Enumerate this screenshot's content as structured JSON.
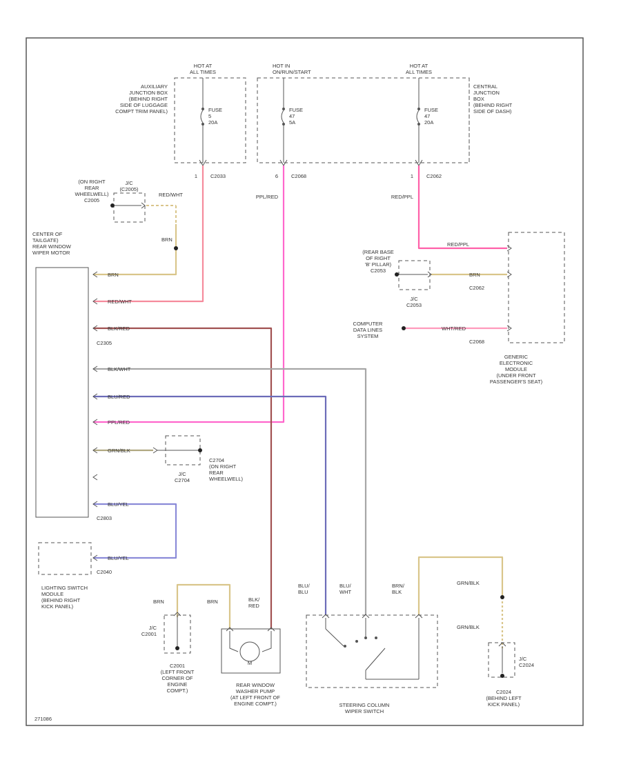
{
  "colors": {
    "red_wht": "#f58a9c",
    "ppl_red": "#ff66cc",
    "red_ppl": "#ff5fa8",
    "brn": "#d9c58a",
    "blk_red": "#a05050",
    "blk_wht": "#a6a6a6",
    "blu_red": "#6b6bb8",
    "grn_blk": "#b0a880",
    "blu_yel": "#8a8ad8",
    "pink_wire": "#ff99bb"
  },
  "texts": {
    "hot1": [
      "HOT AT",
      "ALL TIMES"
    ],
    "hot2": [
      "HOT IN",
      "ON/RUN/START"
    ],
    "hot3": [
      "HOT AT",
      "ALL TIMES"
    ],
    "aux_jb": [
      "AUXILIARY",
      "JUNCTION BOX",
      "(BEHIND RIGHT",
      "SIDE OF LUGGAGE",
      "COMPT TRIM PANEL)"
    ],
    "central_jb": [
      "CENTRAL",
      "JUNCTION",
      "BOX",
      "(BEHIND RIGHT",
      "SIDE OF DASH)"
    ],
    "fuse1": [
      "FUSE",
      "5",
      "20A"
    ],
    "fuse2": [
      "FUSE",
      "47",
      "5A"
    ],
    "fuse3": [
      "FUSE",
      "47",
      "20A"
    ],
    "c2033_pin": "1",
    "c2033": "C2033",
    "c2068_pin": "6",
    "c2068": "C2068",
    "c2062_pin": "1",
    "c2062": "C2062",
    "ppl_red": "PPL/RED",
    "red_ppl": "RED/PPL",
    "red_wht_top": "RED/WHT",
    "c2005_loc": [
      "(ON RIGHT",
      "REAR",
      "WHEELWELL)",
      "C2005"
    ],
    "jc_c2005": [
      "J/C",
      "(C2005)"
    ],
    "brn_top": "BRN",
    "motor_label": [
      "CENTER OF",
      "TAILGATE)",
      "REAR WINDOW",
      "WIPER MOTOR"
    ],
    "w_brn": "BRN",
    "w_redwht": "RED/WHT",
    "w_blkred": "BLK/RED",
    "c2305": "C2305",
    "w_blkwht": "BLK/WHT",
    "w_blured": "BLU/RED",
    "w_pplred": "PPL/RED",
    "w_grnblk": "GRN/BLK",
    "c2704_loc": [
      "C2704",
      "(ON RIGHT",
      "REAR",
      "WHEELWELL)"
    ],
    "jc_c2704": [
      "J/C",
      "C2704"
    ],
    "w_bluyel": "BLU/YEL",
    "c2803": "C2803",
    "w_bluyel2": "BLU/YEL",
    "c2040": "C2040",
    "lighting_switch": [
      "LIGHTING SWITCH",
      "MODULE",
      "(BEHIND RIGHT",
      "KICK PANEL)"
    ],
    "rear_base": [
      "(REAR BASE",
      "OF RIGHT",
      "'B' PILLAR)",
      "C2053"
    ],
    "jc_c2053": [
      "J/C",
      "C2053"
    ],
    "red_ppl_w": "RED/PPL",
    "brn_gem": "BRN",
    "c2062b": "C2062",
    "data_lines": [
      "COMPUTER",
      "DATA LINES",
      "SYSTEM"
    ],
    "wht_red": "WHT/RED",
    "c2068b": "C2068",
    "gem": [
      "GENERIC",
      "ELECTRONIC",
      "MODULE",
      "(UNDER FRONT",
      "PASSENGER'S SEAT)"
    ],
    "brn_l": "BRN",
    "brn_r": "BRN",
    "blk_red_pump": [
      "BLK/",
      "RED"
    ],
    "jc_c2001": [
      "J/C",
      "C2001"
    ],
    "c2001_loc": [
      "C2001",
      "(LEFT FRONT",
      "CORNER OF",
      "ENGINE",
      "COMPT.)"
    ],
    "motor_m": "M",
    "pump_label": [
      "REAR WINDOW",
      "WASHER PUMP",
      "(AT LEFT FRONT OF",
      "ENGINE COMPT.)"
    ],
    "blu_blu": [
      "BLU/",
      "BLU"
    ],
    "blu_wht": [
      "BLU/",
      "WHT"
    ],
    "brn_blk": [
      "BRN/",
      "BLK"
    ],
    "sw_label": [
      "STEERING COLUMN",
      "WIPER SWITCH"
    ],
    "grn_blk_r1": "GRN/BLK",
    "grn_blk_r2": "GRN/BLK",
    "jc_c2024": [
      "J/C",
      "C2024"
    ],
    "c2024_loc": [
      "C2024",
      "(BEHIND LEFT",
      "KICK PANEL)"
    ],
    "diagram_id": "271086"
  }
}
